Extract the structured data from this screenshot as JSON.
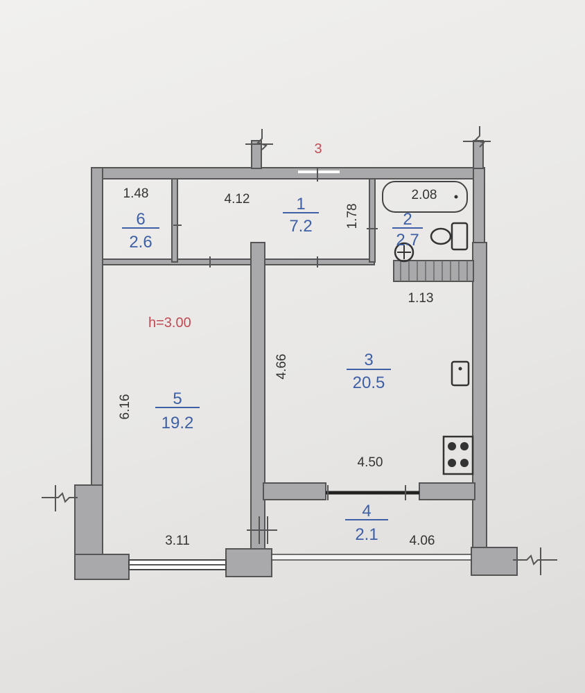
{
  "top_marker": "3",
  "ceiling_height": "h=3.00",
  "rooms": [
    {
      "id": "room-1",
      "number": "1",
      "area": "7.2"
    },
    {
      "id": "room-2",
      "number": "2",
      "area": "2.7"
    },
    {
      "id": "room-3",
      "number": "3",
      "area": "20.5"
    },
    {
      "id": "room-4",
      "number": "4",
      "area": "2.1"
    },
    {
      "id": "room-5",
      "number": "5",
      "area": "19.2"
    },
    {
      "id": "room-6",
      "number": "6",
      "area": "2.6"
    }
  ],
  "dimensions": {
    "room6_width": "1.48",
    "corridor_length": "4.12",
    "corridor_depth": "1.78",
    "bath_length": "2.08",
    "bath_width": "1.13",
    "kitchen_depth": "4.66",
    "kitchen_width": "4.50",
    "bedroom_depth": "6.16",
    "bedroom_width": "3.11",
    "balcony_length": "4.06"
  },
  "colors": {
    "wall_fill": "#a9a9ab",
    "area_text": "#3d5fa6",
    "marker_text": "#c04b55",
    "dimension_text": "#333333"
  }
}
